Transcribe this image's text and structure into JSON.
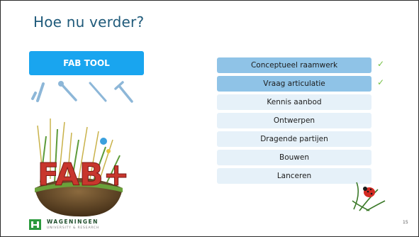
{
  "slide": {
    "title": "Hoe nu verder?",
    "fab_tool_label": "FAB TOOL",
    "page_number": "15"
  },
  "steps": [
    {
      "label": "Conceptueel raamwerk",
      "completed": true
    },
    {
      "label": "Vraag articulatie",
      "completed": true
    },
    {
      "label": "Kennis aanbod",
      "completed": false
    },
    {
      "label": "Ontwerpen",
      "completed": false
    },
    {
      "label": "Dragende partijen",
      "completed": false
    },
    {
      "label": "Bouwen",
      "completed": false
    },
    {
      "label": "Lanceren",
      "completed": false
    }
  ],
  "check_glyph": "✓",
  "logo": {
    "name": "WAGENINGEN",
    "subtitle": "UNIVERSITY & RESEARCH"
  },
  "emblem": {
    "text": "FAB+"
  },
  "icons": [
    "wrench-icon",
    "spanner-icon",
    "screwdriver-icon",
    "hammer-icon"
  ],
  "colors": {
    "title": "#1f5a7a",
    "fab_button": "#19a5ef",
    "step_done": "#8fc3e7",
    "step_todo": "#e6f1f9",
    "check": "#74c043",
    "logo_green": "#1f4e2c"
  }
}
